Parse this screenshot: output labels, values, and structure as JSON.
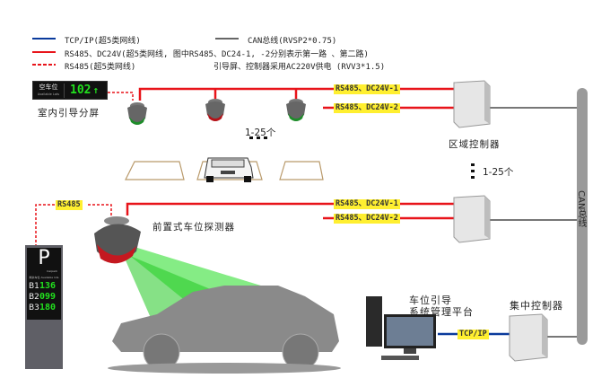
{
  "legend": {
    "tcp_ip": "TCP/IP(超5类网线)",
    "can_bus": "CAN总线(RVSP2*0.75)",
    "rs485_dc24v": "RS485、DC24V(超5类网线, 图中RS485、DC24-1, -2分别表示第一路 、第二路)",
    "rs485": "RS485(超5类网线)",
    "power_note": "引导屏、控制器采用AC220V供电 (RVV3*1.5)",
    "colors": {
      "tcp_ip": "#0a3a9c",
      "can_bus": "#666666",
      "rs485_dc24v": "#e8141a",
      "rs485": "#e8141a"
    }
  },
  "indoor_screen": {
    "label_cn": "空车位",
    "label_en": "Available Lots",
    "count": "102",
    "arrow": "up-arrow",
    "caption": "室内引导分屏"
  },
  "top_row": {
    "count_label": "1-25个",
    "lines": [
      "RS485、DC24V-1",
      "RS485、DC24V-2"
    ]
  },
  "zone_controller": {
    "caption": "区域控制器",
    "count_label": "1-25个"
  },
  "middle_row": {
    "rs485_tag": "RS485",
    "detector_caption": "前置式车位探测器",
    "lines": [
      "RS485、DC24V-1",
      "RS485、DC24V-2"
    ]
  },
  "outdoor_screen": {
    "letter": "P",
    "sub": "Carpark",
    "header": "剩余车位 Available lots",
    "floors": [
      {
        "level": "B1",
        "count": "136"
      },
      {
        "level": "B2",
        "count": "099"
      },
      {
        "level": "B3",
        "count": "180"
      }
    ]
  },
  "can_bus_label": "CAN总线",
  "management": {
    "caption_line1": "车位引导",
    "caption_line2": "系统管理平台",
    "link_tag": "TCP/IP"
  },
  "central_controller": {
    "caption": "集中控制器"
  }
}
